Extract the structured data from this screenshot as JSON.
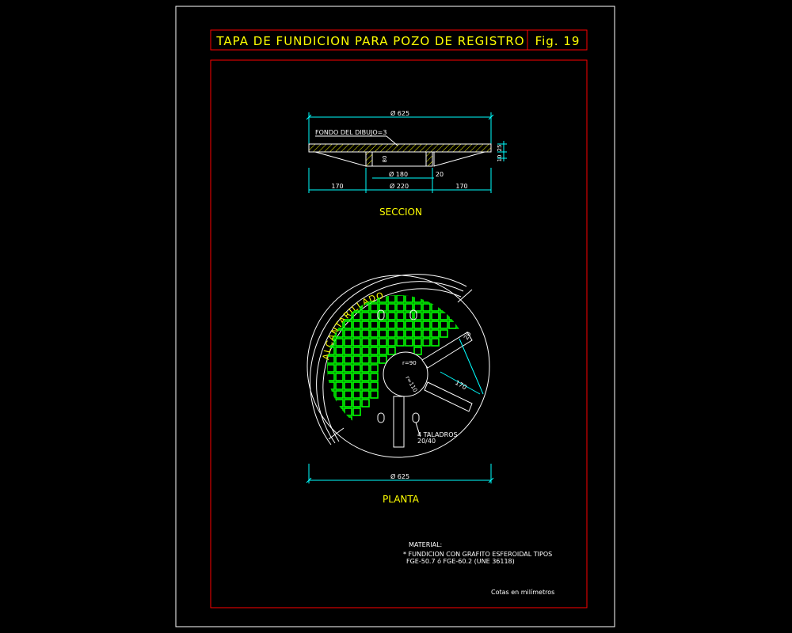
{
  "title_block": {
    "title": "TAPA DE FUNDICION PARA POZO DE REGISTRO",
    "figure": "Fig. 19"
  },
  "section_view": {
    "caption": "SECCION",
    "dim_overall": "Ø 625",
    "note_fondo": "FONDO DEL DIBUJO=3",
    "dim_inner": "Ø 180",
    "dim_rib": "20",
    "dim_depth": "80",
    "dim_left": "170",
    "dim_center": "Ø 220",
    "dim_right": "170",
    "dim_thickness_a": "10",
    "dim_thickness_b": "25"
  },
  "plan_view": {
    "caption": "PLANTA",
    "arc_text": "ALCANTARILLADO",
    "dim_overall": "Ø 625",
    "dim_rib_width": "20",
    "dim_rib_length": "170",
    "dim_r90": "r=90",
    "dim_r110": "r=110",
    "note_holes_1": "4 TALADROS",
    "note_holes_2": "20/40"
  },
  "notes": {
    "material_label": "MATERIAL:",
    "material_line1": "* FUNDICION CON GRAFITO ESFEROIDAL TIPOS",
    "material_line2": "FGE-50.7 ó FGE-60.2 (UNE 36118)",
    "units": "Cotas en milímetros"
  },
  "colors": {
    "background": "#000000",
    "frame": "#ffffff",
    "border": "#ff0000",
    "title_text": "#ffff00",
    "dimension": "#00ffff",
    "grid": "#00ff00",
    "outline": "#ffffff"
  }
}
